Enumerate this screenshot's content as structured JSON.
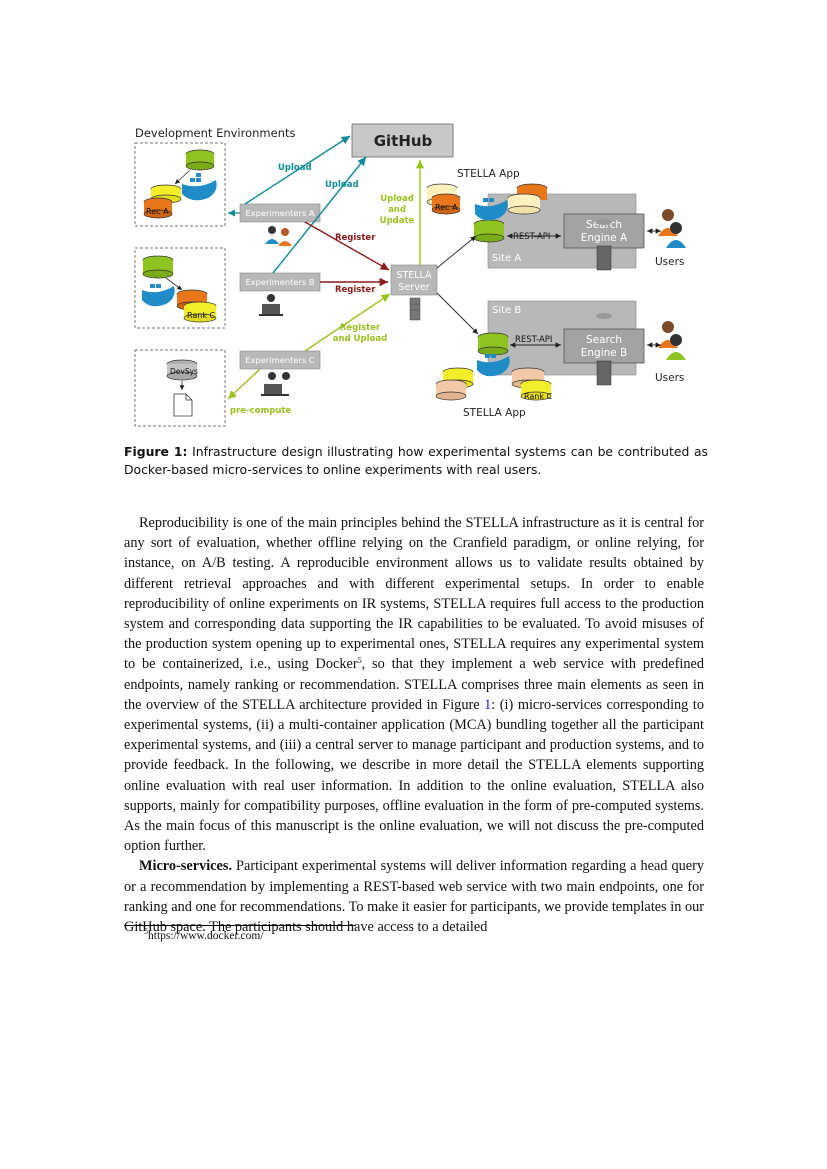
{
  "figure": {
    "dev_env_title": "Development Environments",
    "github_label": "GitHub",
    "stella_app_top": "STELLA App",
    "stella_app_bottom": "STELLA App",
    "upload_1": "Upload",
    "upload_2": "Upload",
    "upload_update_lines": [
      "Upload",
      "and",
      "Update"
    ],
    "register_1": "Register",
    "register_2": "Register",
    "register_upload_lines": [
      "Register",
      "and Upload"
    ],
    "precompute": "pre-compute",
    "experimenters_a": "Experimenters A",
    "experimenters_b": "Experimenters B",
    "experimenters_c": "Experimenters C",
    "stella_server_lines": [
      "STELLA",
      "Server"
    ],
    "rec_a_dev": "Rec A",
    "rank_c_dev": "Rank C",
    "devsys": "DevSys",
    "rec_a_site": "Rec A",
    "rank_c_site": "Rank C",
    "site_a": "Site A",
    "site_b": "Site B",
    "rest_api_a": "REST-API",
    "rest_api_b": "REST-API",
    "search_engine_a_lines": [
      "Search",
      "Engine A"
    ],
    "search_engine_b_lines": [
      "Search",
      "Engine B"
    ],
    "users_a": "Users",
    "users_b": "Users",
    "colors": {
      "teal": "#0d8a93",
      "dark_red": "#8b1a1a",
      "lime": "#99c21e",
      "gray_box": "#b8b8b8",
      "orange": "#e8761a",
      "yellow": "#f2ef2a",
      "green": "#8fc31f",
      "docker_blue": "#1f8cc8"
    }
  },
  "caption": {
    "label": "Figure 1:",
    "text": "Infrastructure design illustrating how experimental systems can be contributed as Docker-based micro-services to online experiments with real users."
  },
  "body": {
    "para1_a": "Reproducibility is one of the main principles behind the STELLA infrastructure as it is central for any sort of evaluation, whether offline relying on the Cranfield paradigm, or online relying, for instance, on A/B testing. A reproducible environment allows us to validate results obtained by different retrieval approaches and with different experimental setups. In order to enable reproducibility of online experiments on IR systems, STELLA requires full access to the production system and corresponding data supporting the IR capabilities to be evaluated. To avoid misuses of the production system opening up to experimental ones, STELLA requires any experimental system to be containerized, i.e., using Docker",
    "para1_sup": "5",
    "para1_b": ", so that they implement a web service with predefined endpoints, namely ranking or recommendation. STELLA comprises three main elements as seen in the overview of the STELLA architecture provided in Figure ",
    "para1_ref": "1",
    "para1_c": ": (i) micro-services corresponding to experimental systems, (ii) a multi-container application (MCA) bundling together all the participant experimental systems, and (iii) a central server to manage participant and production systems, and to provide feedback. In the following, we describe in more detail the STELLA elements supporting online evaluation with real user information. In addition to the online evaluation, STELLA also supports, mainly for compatibility purposes, offline evaluation in the form of pre-computed systems. As the main focus of this manuscript is the online evaluation, we will not discuss the pre-computed option further.",
    "para2_head": "Micro-services.",
    "para2_text": " Participant experimental systems will deliver information regarding a head query or a recommendation by implementing a REST-based web service with two main endpoints, one for ranking and one for recommendations. To make it easier for participants, we provide templates in our GitHub space. The participants should have access to a detailed"
  },
  "footnote": {
    "mark": "5",
    "text": "https://www.docker.com/"
  }
}
